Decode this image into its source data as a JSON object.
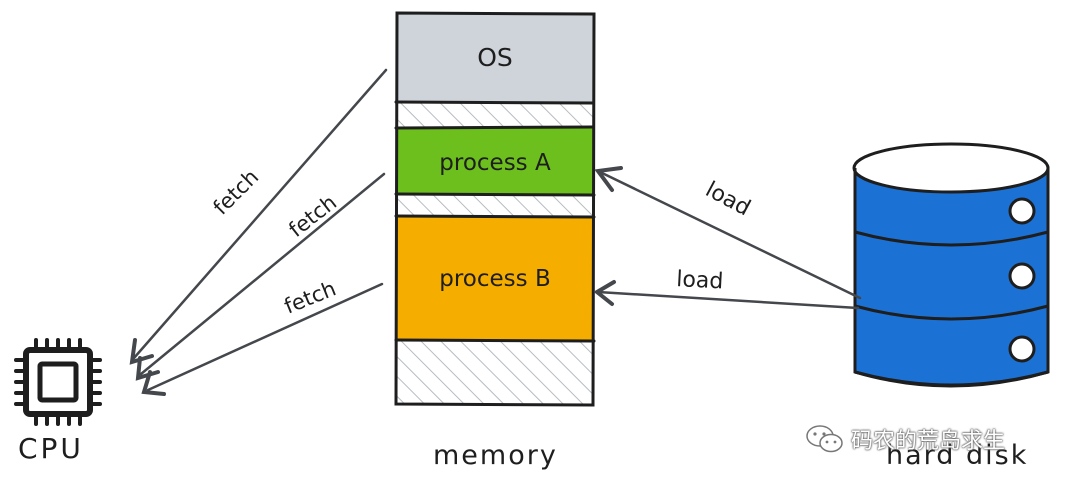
{
  "memory": {
    "label": "memory",
    "regions": {
      "os": "OS",
      "process_a": "process A",
      "process_b": "process B"
    }
  },
  "cpu": {
    "label": "CPU"
  },
  "disk": {
    "label": "hard disk"
  },
  "arrows": {
    "fetch_1": "fetch",
    "fetch_2": "fetch",
    "fetch_3": "fetch",
    "load_1": "load",
    "load_2": "load"
  },
  "watermark": {
    "text": "码农的荒岛求生"
  },
  "colors": {
    "os": "#ced4da",
    "process_a": "#6dbf1e",
    "process_b": "#f5ad00",
    "disk": "#1c72d4",
    "stroke": "#1e1e1e"
  }
}
